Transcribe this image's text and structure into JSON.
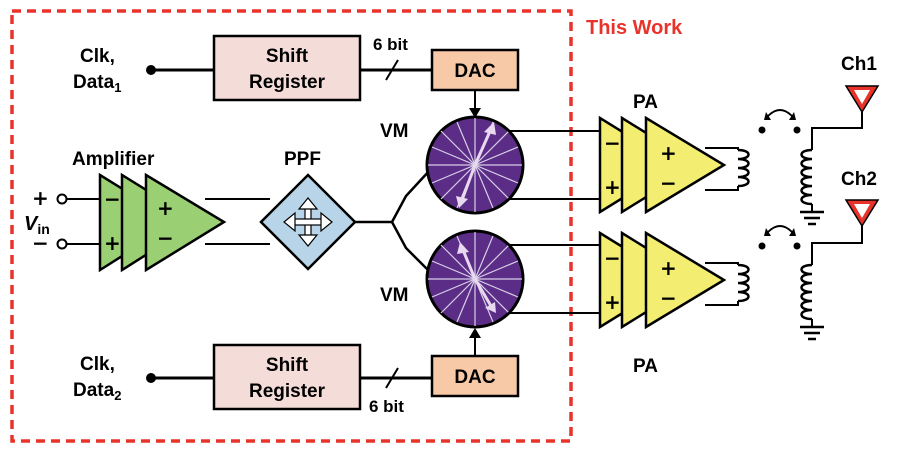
{
  "title": "This Work",
  "inputs": {
    "top": {
      "line1": "Clk,",
      "line2": "Data",
      "sub": "1"
    },
    "bottom": {
      "line1": "Clk,",
      "line2": "Data",
      "sub": "2"
    },
    "vin": {
      "plus": "+",
      "minus": "−",
      "label": "V",
      "sub": "in"
    }
  },
  "blocks": {
    "shift_register_top": {
      "line1": "Shift",
      "line2": "Register"
    },
    "shift_register_bottom": {
      "line1": "Shift",
      "line2": "Register"
    },
    "dac_top": "DAC",
    "dac_bottom": "DAC",
    "amplifier": "Amplifier",
    "ppf": "PPF",
    "vm_top": "VM",
    "vm_bottom": "VM",
    "pa_top": "PA",
    "pa_bottom": "PA"
  },
  "bus_labels": {
    "top": "6 bit",
    "bottom": "6 bit"
  },
  "signs": {
    "minus": "−",
    "plus": "+"
  },
  "outputs": {
    "ch1": "Ch1",
    "ch2": "Ch2"
  },
  "colors": {
    "border_dashed": "#e8332a",
    "title": "#e8332a",
    "shift_register_fill": "#f4dcd8",
    "dac_fill": "#f7c9a6",
    "amplifier_fill": "#9bcf73",
    "ppf_fill": "#b8d4e9",
    "vm_fill": "#5b2d86",
    "pa_fill": "#f3ee72",
    "antenna": "#e8332a"
  }
}
